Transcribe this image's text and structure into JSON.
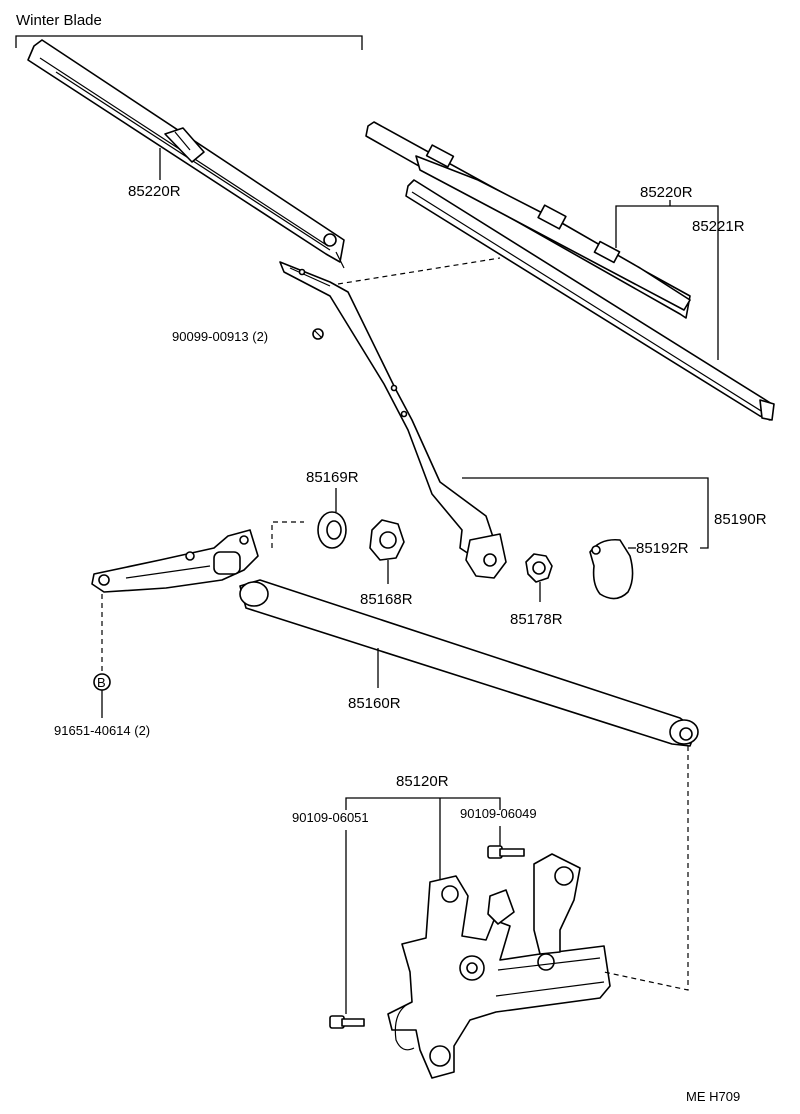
{
  "diagram": {
    "section_title": "Winter Blade",
    "footer_code": "ME H709",
    "callouts": {
      "winter_blade": "85220R",
      "blade_assy": "85220R",
      "blade_rubber": "85221R",
      "arm": "85190R",
      "arm_cover": "85192R",
      "arm_nut": "85178R",
      "pivot_cap": "85169R",
      "pivot_nut": "85168R",
      "link_rod": "85160R",
      "motor_assy": "85120R",
      "arm_screw": "90099-00913 (2)",
      "pivot_bolt": "91651-40614 (2)",
      "motor_bolt_left": "90109-06051",
      "motor_bolt_right": "90109-06049"
    },
    "bolt_marker": "B"
  }
}
